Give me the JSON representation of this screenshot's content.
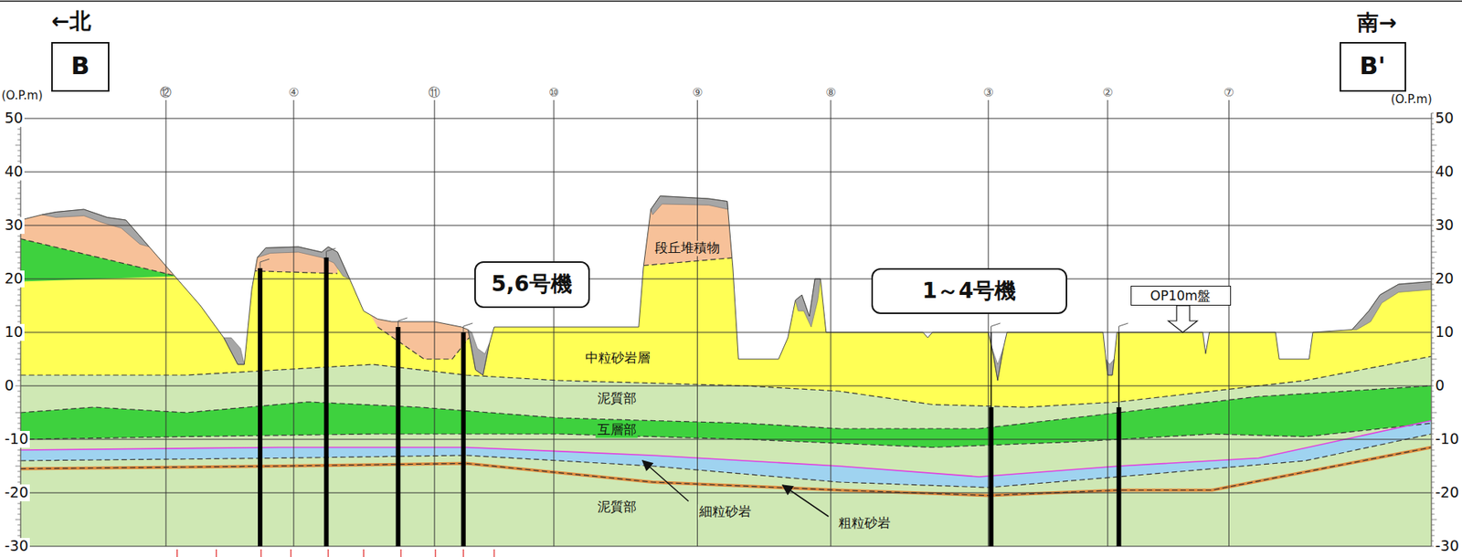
{
  "diagram": {
    "nodes": [
      {
        "text": [
          "B"
        ]
      },
      {
        "text": [
          "B'"
        ]
      },
      {
        "text": [
          "5,6号機"
        ]
      },
      {
        "text": [
          "1～4号機"
        ]
      },
      {
        "text": [
          "OP10m盤"
        ]
      }
    ],
    "labels": [
      "←北",
      "南→",
      "(O.P.m)",
      "(O.P.m)",
      "50",
      "40",
      "30",
      "20",
      "10",
      "0",
      "-10",
      "-20",
      "-30",
      "50",
      "40",
      "30",
      "20",
      "10",
      "0",
      "-10",
      "-20",
      "-30",
      "⑫",
      "④",
      "⑪",
      "⑩",
      "⑨",
      "⑧",
      "③",
      "②",
      "⑦",
      "段丘堆積物",
      "中粒砂岩層",
      "泥質部",
      "互層部",
      "泥質部",
      "細粒砂岩",
      "粗粒砂岩"
    ]
  }
}
